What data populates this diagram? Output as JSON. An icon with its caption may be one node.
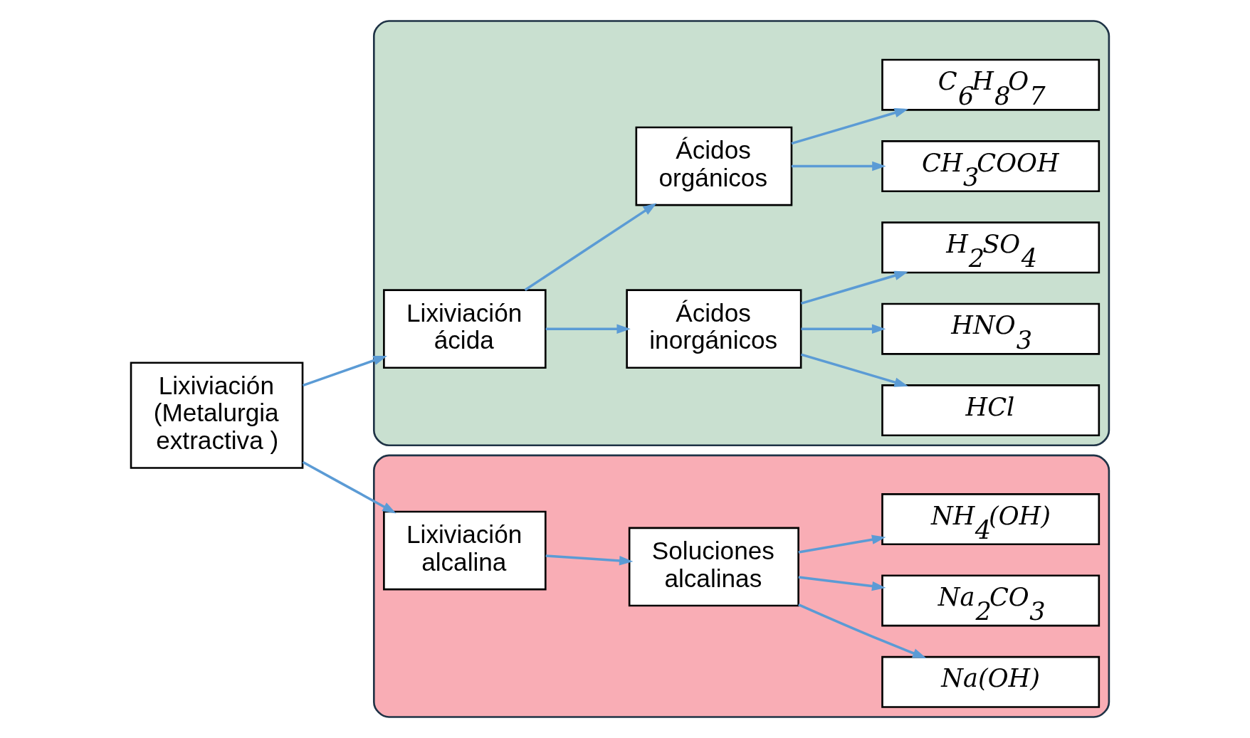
{
  "diagram": {
    "nodes": [
      {
        "text": [
          "Lixiviación (Metalurgia extractiva )"
        ]
      },
      {
        "text": [],
        "shape": "box"
      },
      {
        "text": [
          "Lixiviación ácida"
        ],
        "in": 1
      },
      {
        "text": [
          "Ácidos inorgánicos"
        ],
        "in": 1
      },
      {
        "text": [
          "Ácidos orgánicos"
        ],
        "in": 1
      },
      {
        "text": [
          "HCl"
        ],
        "in": 1
      },
      {
        "text": [
          "HNO$_{3}$"
        ],
        "in": 1
      },
      {
        "text": [
          "H$_{2}$SO$_{4}$"
        ],
        "in": 1
      },
      {
        "text": [
          "CH$_{3}$COOH"
        ],
        "in": 1
      },
      {
        "text": [
          "C$_{6}$H$_{8}$O$_{7}$"
        ],
        "in": 1
      },
      {
        "text": [],
        "shape": "box"
      },
      {
        "text": [
          "Lixiviación alcalina"
        ],
        "in": 10
      },
      {
        "text": [
          "Soluciones alcalinas"
        ],
        "in": 10
      },
      {
        "text": [
          "Na(OH)"
        ],
        "in": 10
      },
      {
        "text": [
          "Na$_{2}$CO$_{3}$"
        ],
        "in": 10
      },
      {
        "text": [
          "NH$_{4}$(OH)"
        ],
        "in": 10
      }
    ],
    "edges": [
      {
        "from": 0,
        "to": 2,
        "arrow": "to"
      },
      {
        "from": 0,
        "to": 11,
        "arrow": "to"
      },
      {
        "from": 2,
        "to": 3,
        "arrow": "to"
      },
      {
        "from": 2,
        "to": 4,
        "arrow": "to"
      },
      {
        "from": 3,
        "to": 5,
        "arrow": "to"
      },
      {
        "from": 3,
        "to": 6,
        "arrow": "to"
      },
      {
        "from": 3,
        "to": 7,
        "arrow": "to"
      },
      {
        "from": 4,
        "to": 8,
        "arrow": "to"
      },
      {
        "from": 4,
        "to": 9,
        "arrow": "to"
      },
      {
        "from": 11,
        "to": 12,
        "arrow": "to"
      },
      {
        "from": 12,
        "to": 13,
        "arrow": "to"
      },
      {
        "from": 12,
        "to": 14,
        "arrow": "to"
      },
      {
        "from": 12,
        "to": 15,
        "arrow": "to"
      }
    ]
  }
}
